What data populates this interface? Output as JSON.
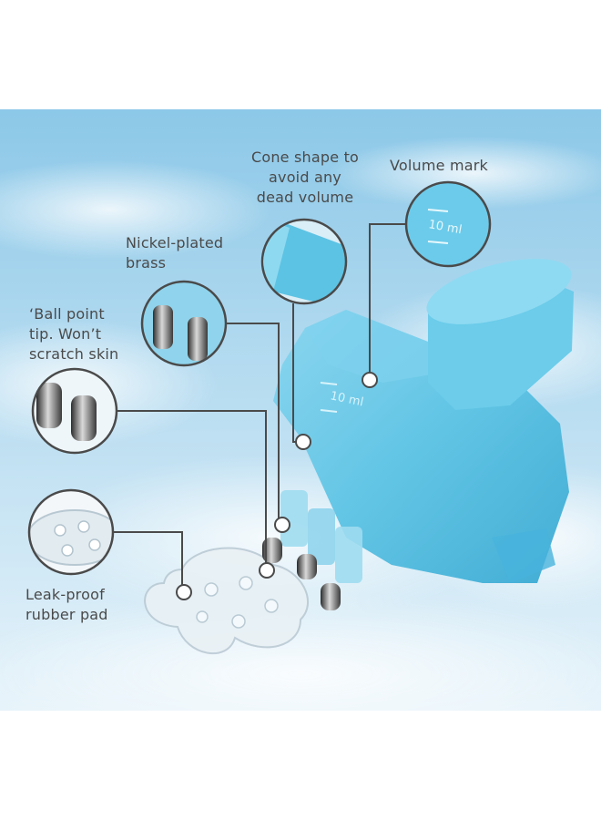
{
  "callouts": {
    "cone": [
      "Cone shape to",
      "avoid any",
      "dead volume"
    ],
    "volume": [
      "Volume mark"
    ],
    "nickel": [
      "Nickel-plated",
      "brass"
    ],
    "ball": [
      "‘Ball point",
      "tip. Won’t",
      "scratch skin"
    ],
    "leak": [
      "Leak-proof",
      "rubber pad"
    ]
  },
  "product_markings": [
    "10 ml"
  ],
  "colors": {
    "sky_top": "#8cc8e8",
    "sky_bottom": "#e6f3fa",
    "product_blue": "#5cc3e4",
    "callout_text": "#4a4a4a",
    "leader_line": "#4a4a4a"
  }
}
